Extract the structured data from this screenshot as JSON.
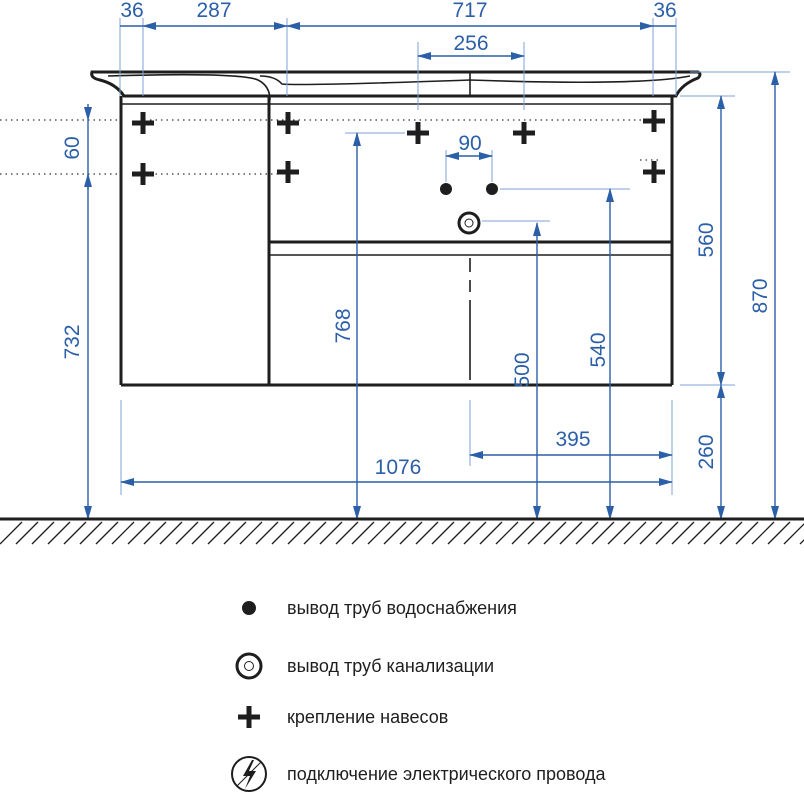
{
  "dimensions": {
    "side_left": "36",
    "left_section": "287",
    "right_section": "717",
    "side_right": "36",
    "hole_spacing": "256",
    "water_spacing": "90",
    "hanger_spacing": "60",
    "hanger_height": "732",
    "left_low_height": "768",
    "sewer_height": "500",
    "water_height": "540",
    "upper_height": "560",
    "total_height": "870",
    "drain_offset": "395",
    "floor_gap": "260",
    "total_width": "1076"
  },
  "legend": [
    {
      "icon": "water-outlet-icon",
      "label": "вывод труб водоснабжения"
    },
    {
      "icon": "sewer-outlet-icon",
      "label": "вывод труб канализации"
    },
    {
      "icon": "hanger-mount-icon",
      "label": "крепление навесов"
    },
    {
      "icon": "electric-connection-icon",
      "label": "подключение электрического провода"
    }
  ],
  "colors": {
    "dimension": "#2b5fa8",
    "outline": "#1e1e1e"
  }
}
